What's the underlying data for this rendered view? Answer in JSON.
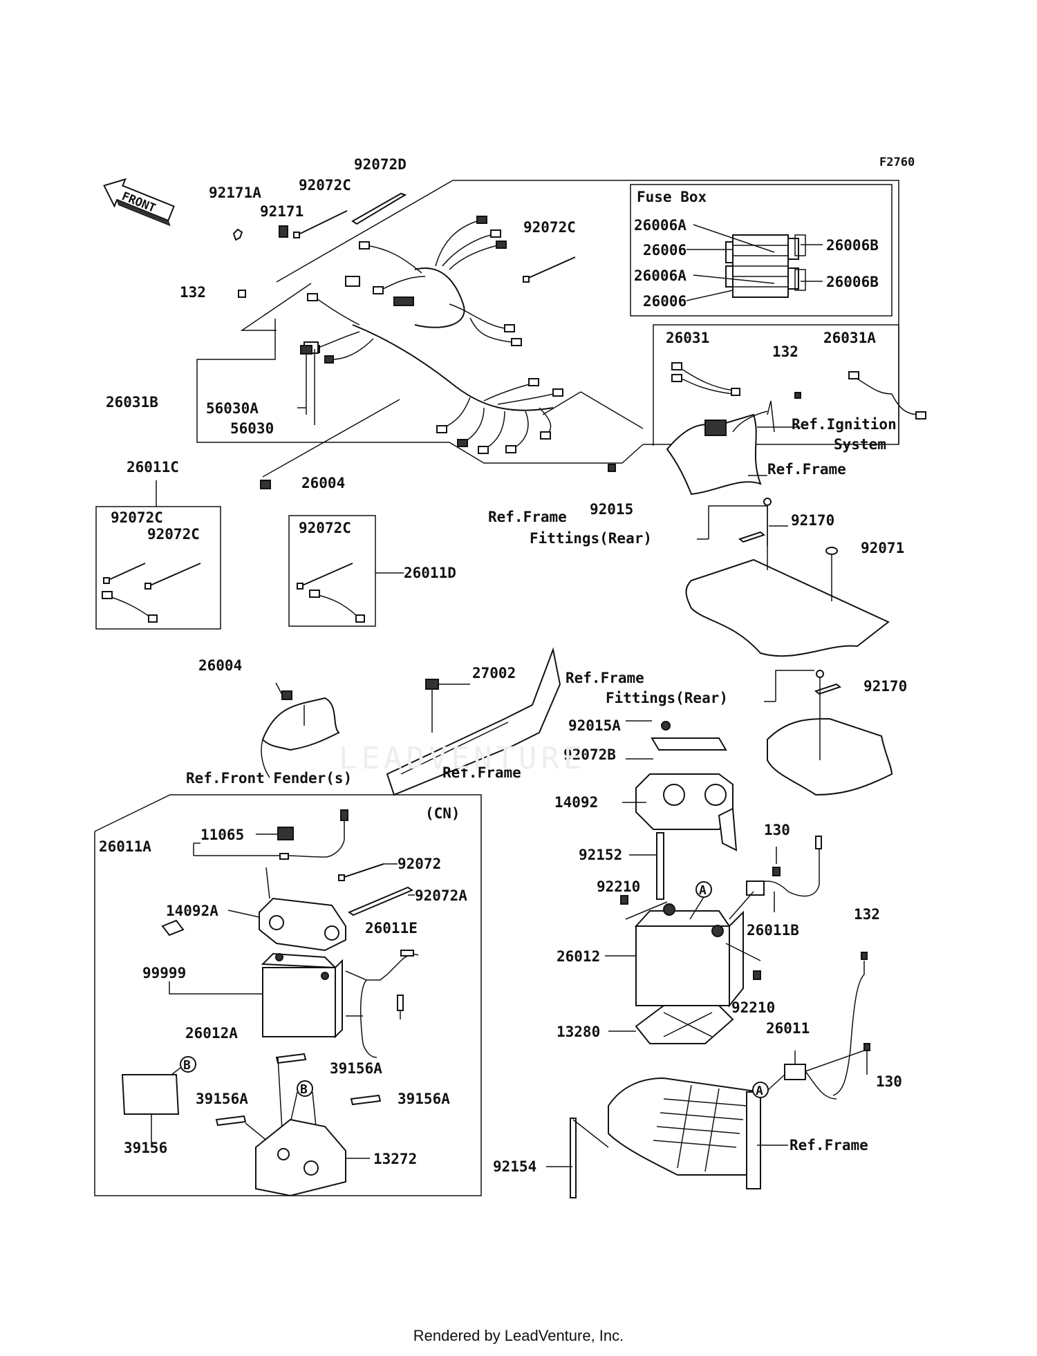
{
  "figure_code": "F2760",
  "front_arrow": "FRONT",
  "fuse_box": {
    "title": "Fuse Box",
    "labels": [
      "26006A",
      "26006",
      "26006A",
      "26006",
      "26006B",
      "26006B"
    ]
  },
  "watermark": "LEADVENTURE",
  "footer": "Rendered by LeadVenture, Inc.",
  "cn_label": "(CN)",
  "callouts": {
    "a": "A",
    "b": "B"
  },
  "parts": [
    {
      "id": "p_92171A",
      "text": "92171A"
    },
    {
      "id": "p_92072C_1",
      "text": "92072C"
    },
    {
      "id": "p_92072D",
      "text": "92072D"
    },
    {
      "id": "p_92171",
      "text": "92171"
    },
    {
      "id": "p_92072C_2",
      "text": "92072C"
    },
    {
      "id": "p_132_1",
      "text": "132"
    },
    {
      "id": "p_26031B",
      "text": "26031B"
    },
    {
      "id": "p_56030A",
      "text": "56030A"
    },
    {
      "id": "p_56030",
      "text": "56030"
    },
    {
      "id": "p_26004_1",
      "text": "26004"
    },
    {
      "id": "p_26031",
      "text": "26031"
    },
    {
      "id": "p_132_2",
      "text": "132"
    },
    {
      "id": "p_26031A",
      "text": "26031A"
    },
    {
      "id": "p_ref_ign_1",
      "text": "Ref.Ignition"
    },
    {
      "id": "p_ref_ign_2",
      "text": "System"
    },
    {
      "id": "p_ref_frame_1",
      "text": "Ref.Frame"
    },
    {
      "id": "p_92015",
      "text": "92015"
    },
    {
      "id": "p_26011C",
      "text": "26011C"
    },
    {
      "id": "p_92072C_3",
      "text": "92072C"
    },
    {
      "id": "p_92072C_4",
      "text": "92072C"
    },
    {
      "id": "p_92072C_5",
      "text": "92072C"
    },
    {
      "id": "p_26011D",
      "text": "26011D"
    },
    {
      "id": "p_ref_frame_2",
      "text": "Ref.Frame"
    },
    {
      "id": "p_fittings_1",
      "text": "Fittings(Rear)"
    },
    {
      "id": "p_92170_1",
      "text": "92170"
    },
    {
      "id": "p_92071",
      "text": "92071"
    },
    {
      "id": "p_26004_2",
      "text": "26004"
    },
    {
      "id": "p_27002",
      "text": "27002"
    },
    {
      "id": "p_ref_frame_3",
      "text": "Ref.Frame"
    },
    {
      "id": "p_fittings_2",
      "text": "Fittings(Rear)"
    },
    {
      "id": "p_92170_2",
      "text": "92170"
    },
    {
      "id": "p_92015A",
      "text": "92015A"
    },
    {
      "id": "p_92072B",
      "text": "92072B"
    },
    {
      "id": "p_ref_frame_4",
      "text": "Ref.Frame"
    },
    {
      "id": "p_ref_fender",
      "text": "Ref.Front Fender(s)"
    },
    {
      "id": "p_14092",
      "text": "14092"
    },
    {
      "id": "p_26011A",
      "text": "26011A"
    },
    {
      "id": "p_11065",
      "text": "11065"
    },
    {
      "id": "p_92072",
      "text": "92072"
    },
    {
      "id": "p_92072A",
      "text": "92072A"
    },
    {
      "id": "p_14092A",
      "text": "14092A"
    },
    {
      "id": "p_26011E",
      "text": "26011E"
    },
    {
      "id": "p_99999",
      "text": "99999"
    },
    {
      "id": "p_26012A",
      "text": "26012A"
    },
    {
      "id": "p_39156A_1",
      "text": "39156A"
    },
    {
      "id": "p_39156A_2",
      "text": "39156A"
    },
    {
      "id": "p_39156A_3",
      "text": "39156A"
    },
    {
      "id": "p_39156",
      "text": "39156"
    },
    {
      "id": "p_13272",
      "text": "13272"
    },
    {
      "id": "p_92152",
      "text": "92152"
    },
    {
      "id": "p_130_1",
      "text": "130"
    },
    {
      "id": "p_92210_1",
      "text": "92210"
    },
    {
      "id": "p_26011B",
      "text": "26011B"
    },
    {
      "id": "p_26012",
      "text": "26012"
    },
    {
      "id": "p_132_3",
      "text": "132"
    },
    {
      "id": "p_92210_2",
      "text": "92210"
    },
    {
      "id": "p_13280",
      "text": "13280"
    },
    {
      "id": "p_26011",
      "text": "26011"
    },
    {
      "id": "p_130_2",
      "text": "130"
    },
    {
      "id": "p_ref_frame_5",
      "text": "Ref.Frame"
    },
    {
      "id": "p_92154",
      "text": "92154"
    }
  ]
}
